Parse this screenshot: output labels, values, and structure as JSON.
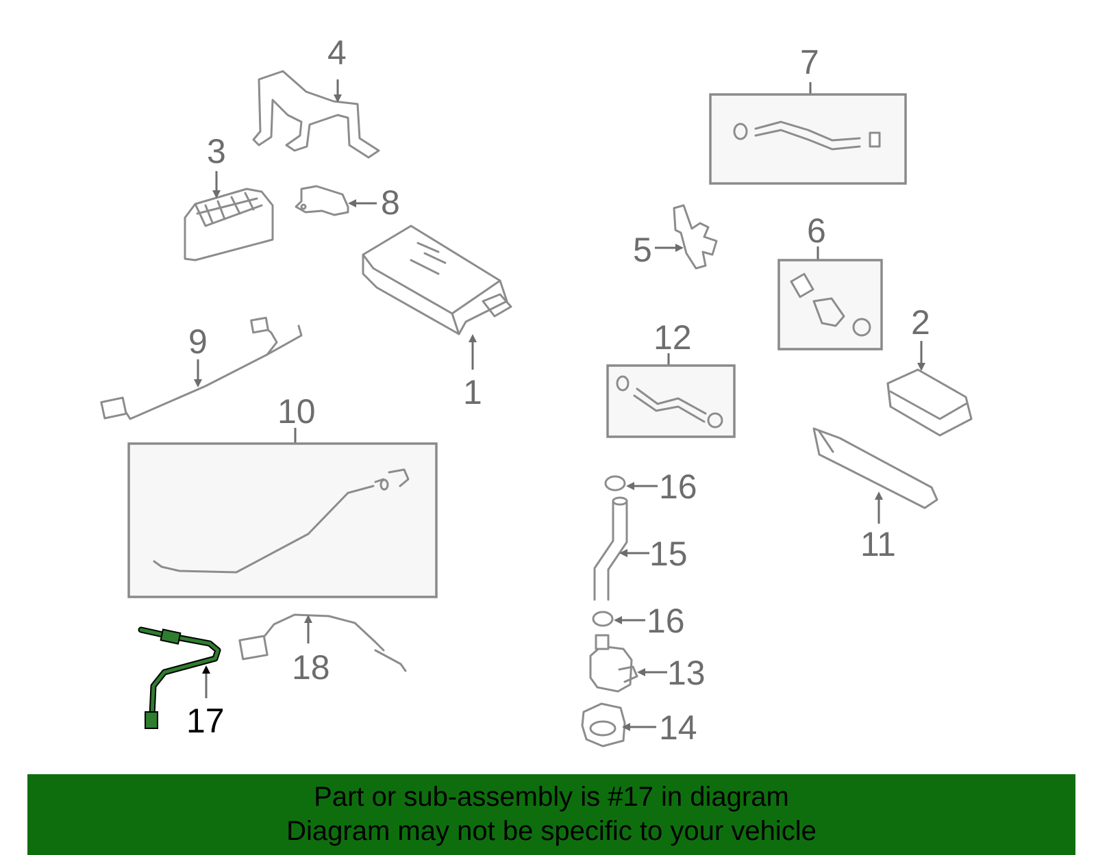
{
  "callouts": {
    "c1": "1",
    "c2": "2",
    "c3": "3",
    "c4": "4",
    "c5": "5",
    "c6": "6",
    "c7": "7",
    "c8": "8",
    "c9": "9",
    "c10": "10",
    "c11": "11",
    "c12": "12",
    "c13": "13",
    "c14": "14",
    "c15": "15",
    "c16a": "16",
    "c16b": "16",
    "c17": "17",
    "c18": "18"
  },
  "banner": {
    "line1": "Part or sub-assembly is #17 in diagram",
    "line2": "Diagram may not be specific to your vehicle"
  },
  "colors": {
    "banner_bg": "#0e6e0e",
    "highlight_part": "#2f7d2f",
    "part_stroke": "#8c8c8c"
  }
}
